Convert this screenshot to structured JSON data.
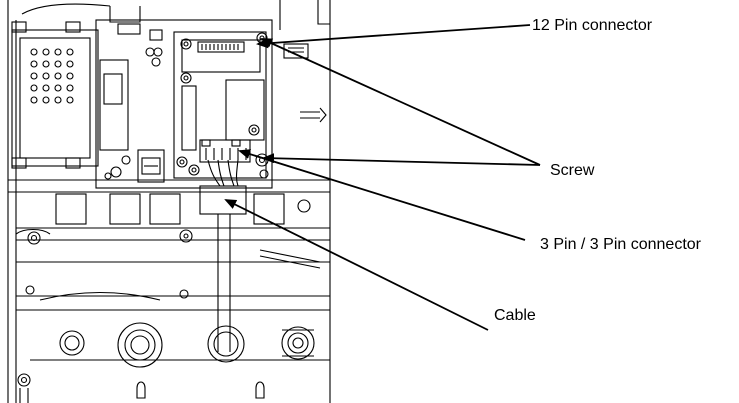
{
  "callouts": {
    "pin12": "12 Pin connector",
    "screw": "Screw",
    "pin3": "3 Pin / 3 Pin connector",
    "cable": "Cable"
  },
  "colors": {
    "line": "#000000",
    "fill": "#ffffff",
    "shade": "#e6e6e6"
  }
}
